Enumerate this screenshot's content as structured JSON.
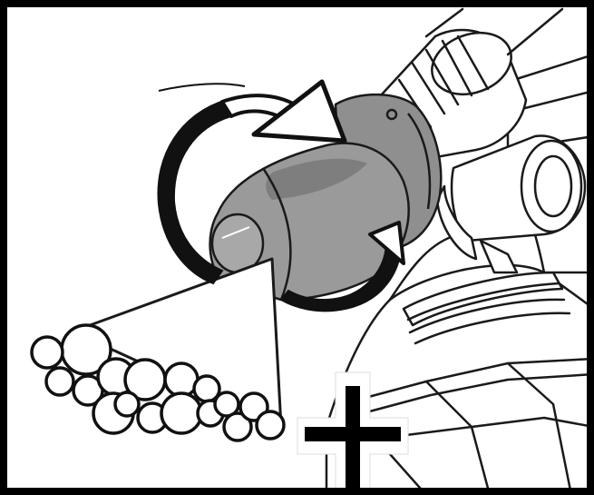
{
  "figure": {
    "kind": "instruction-illustration",
    "subject": "nozzle-adjustment",
    "rotation_direction": "clockwise",
    "spray_pattern": "foam",
    "setting_symbol": "plus"
  },
  "colors": {
    "frame": "#000000",
    "outline": "#1a1a1a",
    "nozzle_fill": "#9a9a9a",
    "nozzle_shadow": "#7e7e7e",
    "arrow_fill": "#ffffff",
    "background": "#ffffff"
  }
}
